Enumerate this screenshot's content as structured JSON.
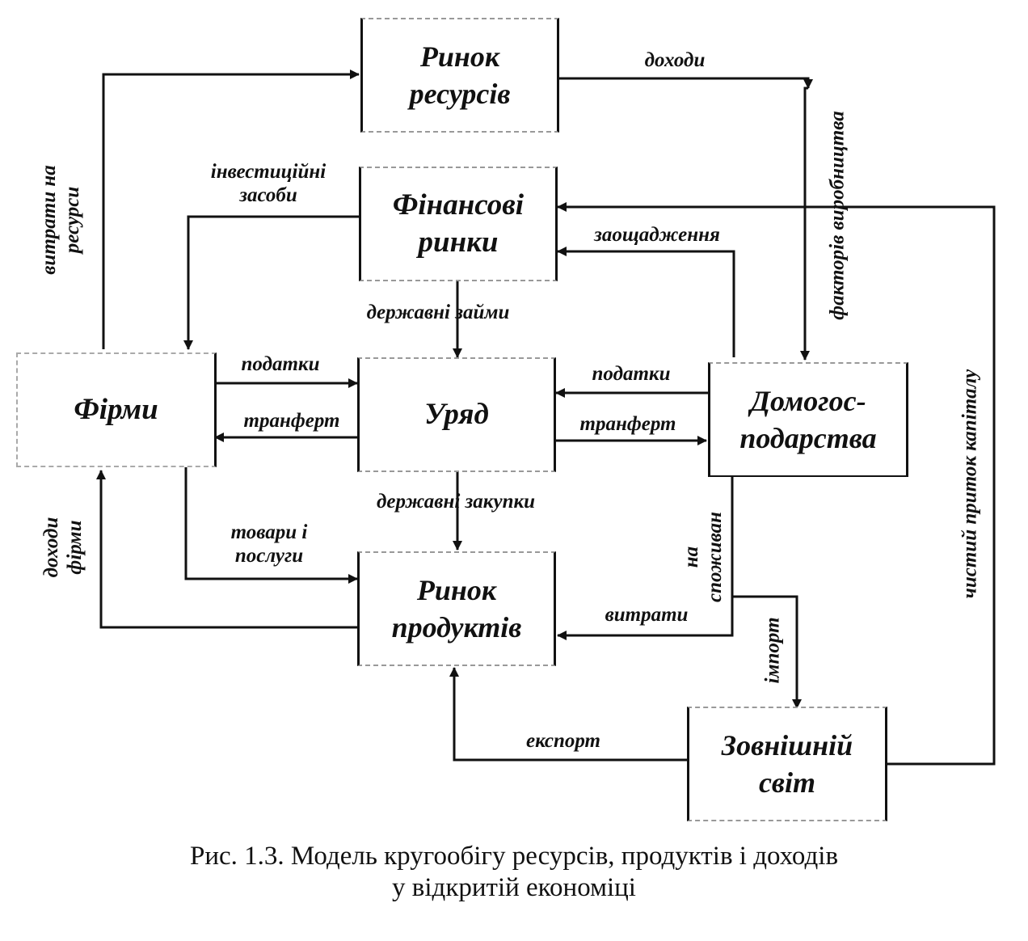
{
  "nodes": {
    "resource_market": "Ринок\nресурсів",
    "financial_markets": "Фінансові\nринки",
    "firms": "Фірми",
    "government": "Уряд",
    "households": "Домогос-\nподарства",
    "product_market": "Ринок\nпродуктів",
    "outside_world": "Зовнішній\nсвіт"
  },
  "flows": {
    "incomes": "доходи",
    "factors_of_production": "факторів виробництва",
    "resource_expenditures": "витрати на\nресурси",
    "investment_funds": "інвестиційні\nзасоби",
    "savings": "заощадження",
    "gov_loans": "державні займи",
    "taxes_firms": "податки",
    "transfer_firms": "транферт",
    "taxes_households": "податки",
    "transfer_households": "транферт",
    "gov_purchases": "державні закупки",
    "goods_services": "товари і\nпослуги",
    "firm_incomes": "доходи\nфірми",
    "consumption": "на\nспоживан",
    "expenditures": "витрати",
    "import": "імпорт",
    "export": "експорт",
    "capital_inflow": "чистий приток капіталу"
  },
  "caption": "Рис. 1.3. Модель кругообігу ресурсів, продуктів і доходів\nу відкритій економіці"
}
